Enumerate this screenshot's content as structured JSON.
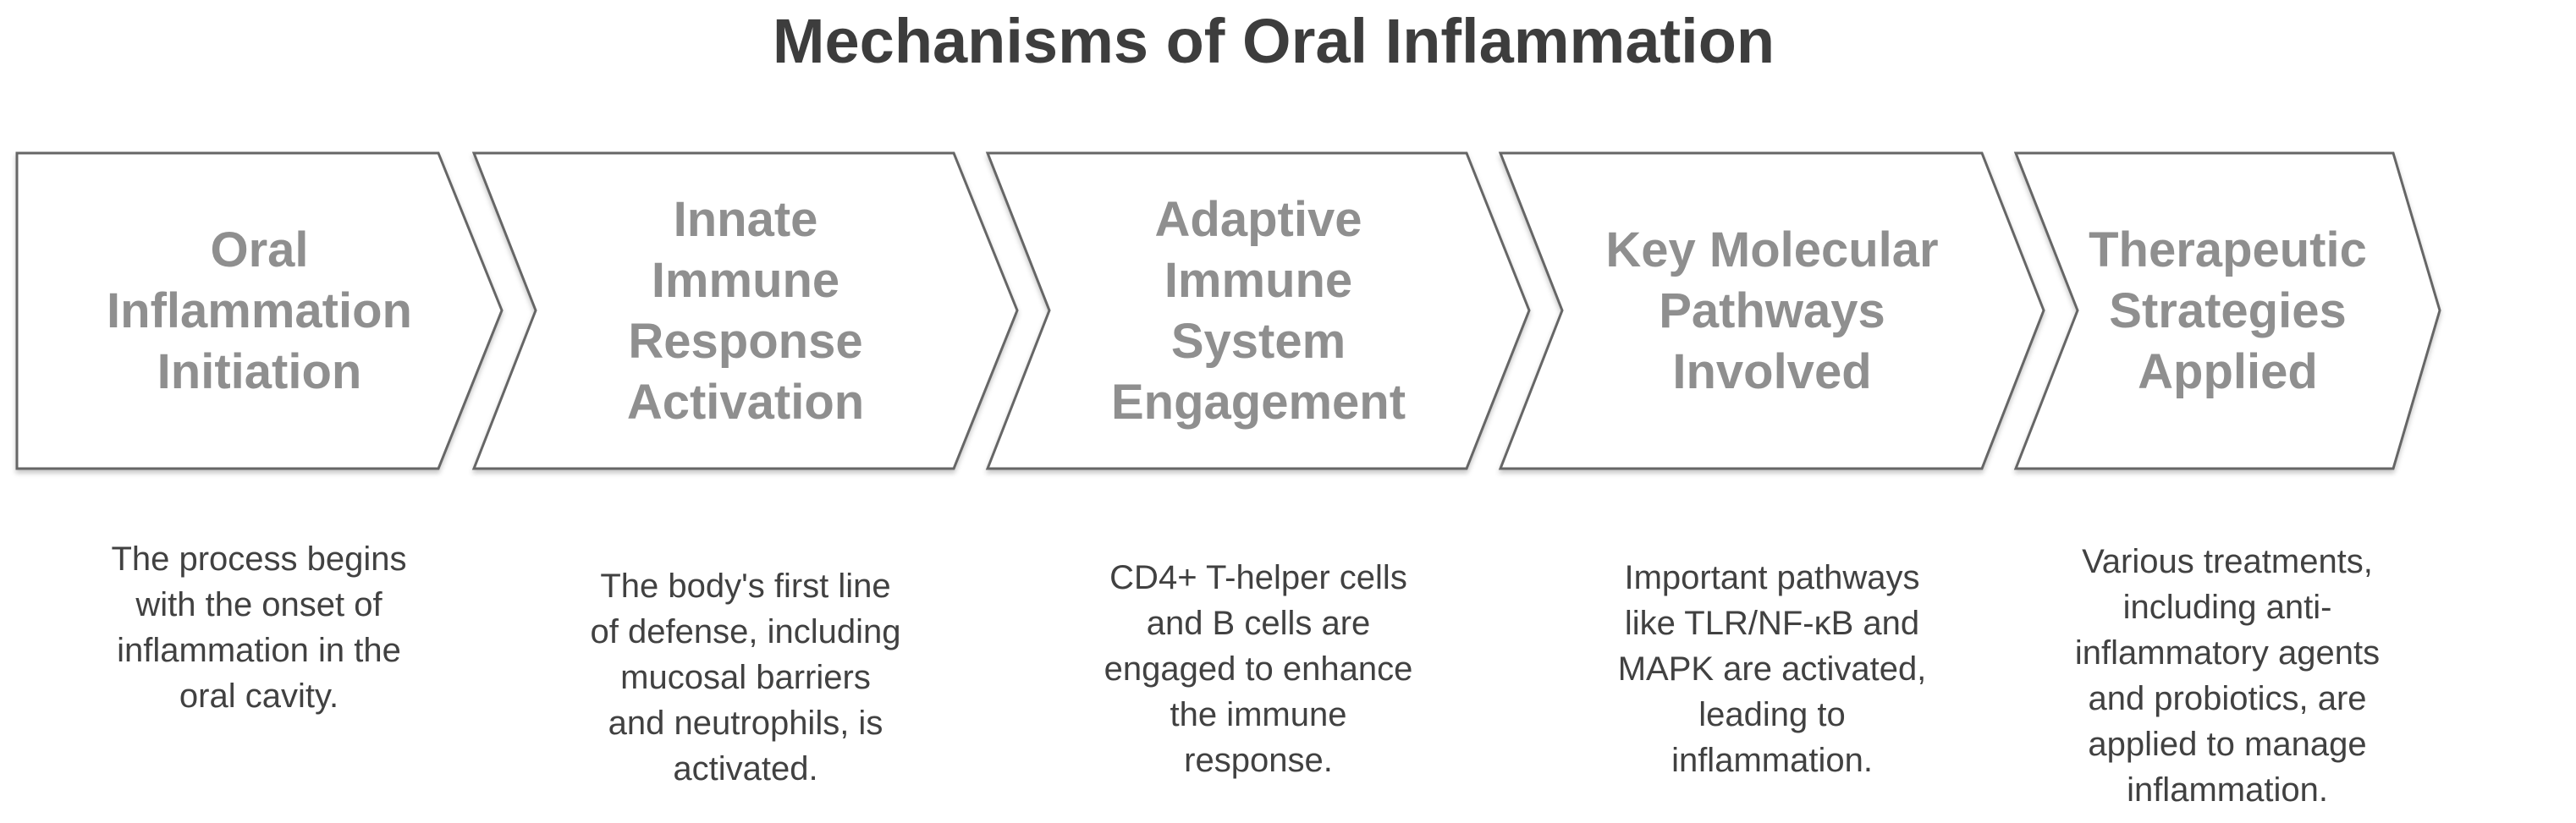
{
  "title": "Mechanisms of Oral Inflammation",
  "colors": {
    "background": "#ffffff",
    "title_text": "#3d3d3d",
    "stage_label_text": "#8f8f8f",
    "description_text": "#414141",
    "chevron_outline": "#666666",
    "chevron_fill": "#ffffff"
  },
  "stages": [
    {
      "label": "Oral\nInflammation\nInitiation",
      "description": "The process begins\nwith the onset of\ninflammation in the\noral cavity."
    },
    {
      "label": "Innate\nImmune\nResponse\nActivation",
      "description": "The body's first line\nof defense, including\nmucosal barriers\nand neutrophils, is\nactivated."
    },
    {
      "label": "Adaptive\nImmune\nSystem\nEngagement",
      "description": "CD4+ T-helper cells\nand B cells are\nengaged to enhance\nthe immune\nresponse."
    },
    {
      "label": "Key Molecular\nPathways\nInvolved",
      "description": "Important pathways\nlike TLR/NF-κB and\nMAPK are activated,\nleading to\ninflammation."
    },
    {
      "label": "Therapeutic\nStrategies\nApplied",
      "description": "Various treatments,\nincluding anti-\ninflammatory agents\nand probiotics, are\napplied to manage\ninflammation."
    }
  ]
}
